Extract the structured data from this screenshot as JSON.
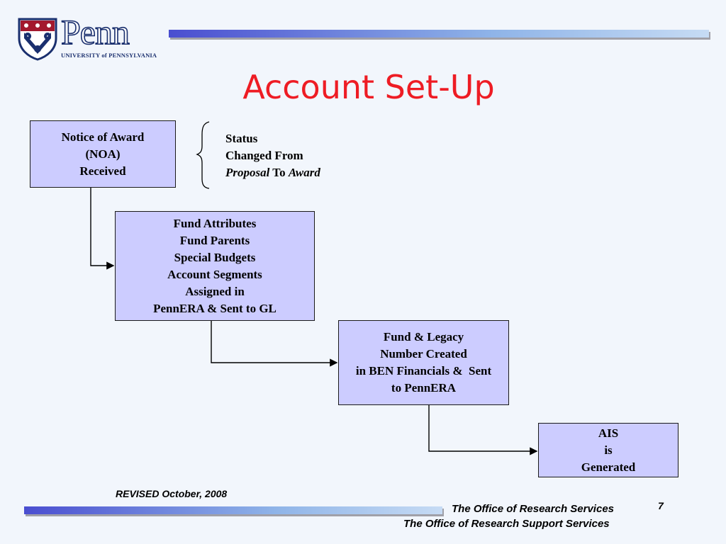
{
  "logo": {
    "wordmark": "Penn",
    "subtitle": "UNIVERSITY of PENNSYLVANIA"
  },
  "title": "Account Set-Up",
  "flow": {
    "step1": [
      "Notice of Award",
      "(NOA)",
      "Received"
    ],
    "step2": [
      "Fund Attributes",
      "Fund Parents",
      "Special Budgets",
      "Account Segments",
      "Assigned in",
      "PennERA & Sent to GL"
    ],
    "step3": [
      "Fund & Legacy",
      "Number Created",
      "in BEN Financials &  Sent",
      "to PennERA"
    ],
    "step4": [
      "AIS",
      "is",
      "Generated"
    ]
  },
  "status_note": {
    "line1": "Status",
    "line2": "Changed From",
    "from_word": "Proposal",
    "connector_word": " To ",
    "to_word": "Award"
  },
  "footer": {
    "revised": "REVISED October, 2008",
    "office_line1": "The Office of Research Services",
    "office_line2": "The Office of Research Support Services",
    "page_number": "7"
  },
  "colors": {
    "title": "#ee1c24",
    "box_fill": "#ccccff",
    "logo_navy": "#1a2f6e",
    "logo_red": "#a3192e",
    "bar_start": "#4a4ed0",
    "bar_end": "#c6dbf4"
  }
}
